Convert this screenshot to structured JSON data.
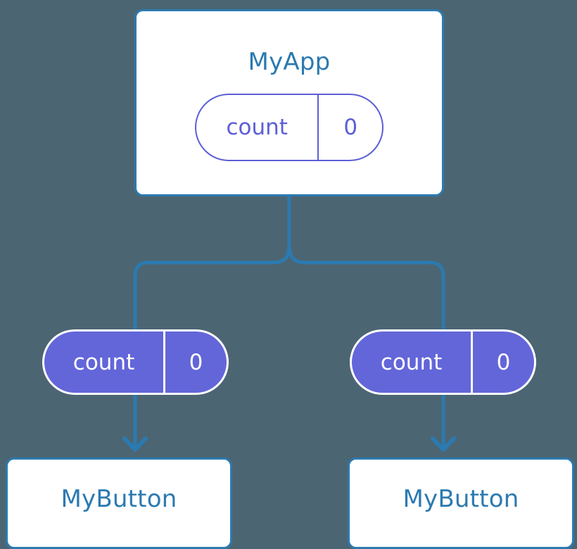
{
  "diagram": {
    "type": "component-state-tree",
    "background_color": "#4c6572",
    "accent_blue": "#2b7ab0",
    "accent_purple": "#6366d8",
    "pill_outline_purple": "#5c5fd6"
  },
  "root": {
    "title": "MyApp",
    "state": {
      "key": "count",
      "value": "0"
    }
  },
  "children": [
    {
      "state": {
        "key": "count",
        "value": "0"
      },
      "leaf": {
        "title": "MyButton"
      }
    },
    {
      "state": {
        "key": "count",
        "value": "0"
      },
      "leaf": {
        "title": "MyButton"
      }
    }
  ]
}
